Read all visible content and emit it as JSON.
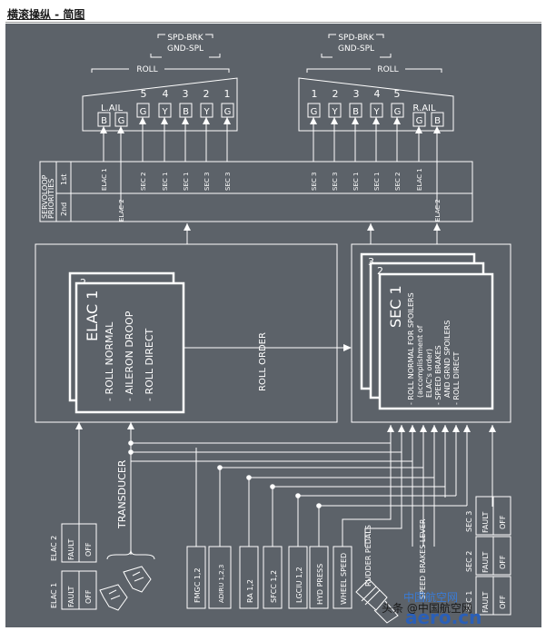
{
  "header": {
    "title": "横滚操纵 - 简图"
  },
  "colors": {
    "background": "#5c6269",
    "line": "#ffffff"
  },
  "left_surface": {
    "spd_brk": "SPD-BRK",
    "gnd_spl": "GND-SPL",
    "roll": "ROLL",
    "aileron": "L.AIL",
    "spoiler_nums": [
      "5",
      "4",
      "3",
      "2",
      "1"
    ],
    "hyd_codes": [
      "B",
      "G",
      "G",
      "Y",
      "B",
      "Y",
      "G"
    ],
    "priority_1st": [
      "ELAC 1",
      "",
      "SEC 2",
      "SEC 1",
      "SEC 1",
      "SEC 3",
      "SEC 3"
    ],
    "priority_2nd": [
      "",
      "ELAC 2",
      "",
      "",
      "",
      "",
      ""
    ]
  },
  "right_surface": {
    "spd_brk": "SPD-BRK",
    "gnd_spl": "GND-SPL",
    "roll": "ROLL",
    "aileron": "R.AIL",
    "spoiler_nums": [
      "1",
      "2",
      "3",
      "4",
      "5"
    ],
    "hyd_codes": [
      "G",
      "Y",
      "B",
      "Y",
      "G",
      "G",
      "B"
    ],
    "priority_1st": [
      "SEC 3",
      "SEC 3",
      "SEC 1",
      "SEC 1",
      "SEC 2",
      "ELAC 1",
      ""
    ],
    "priority_2nd": [
      "",
      "",
      "",
      "",
      "",
      "",
      "ELAC 2"
    ]
  },
  "servoloop": {
    "title": "SERVOLOOP",
    "subtitle": "PRIORITIES",
    "first": "1st",
    "second": "2nd"
  },
  "elac": {
    "number_back": "2",
    "title": "ELAC 1",
    "items": [
      "- ROLL NORMAL",
      "- AILERON DROOP",
      "- ROLL DIRECT"
    ]
  },
  "roll_order": "ROLL ORDER",
  "sec": {
    "numbers_back": [
      "3",
      "2"
    ],
    "title": "SEC 1",
    "items": [
      "- ROLL NORMAL FOR SPOILERS",
      "(accomplishment of",
      "ELAC's order)",
      "- SPEED BRAKES",
      "AND GRND SPOILERS",
      "- ROLL DIRECT"
    ]
  },
  "transducer": "TRANSDUCER",
  "inputs": [
    "FMGC 1,2",
    "ADIRU 1,2,3",
    "RA 1,2",
    "SFCC 1,2",
    "LGCIU 1,2",
    "HYD PRESS",
    "WHEEL SPEED",
    "RUDDER PEDALS",
    "SPEED BRAKES LEVER"
  ],
  "pushbuttons": [
    {
      "label": "ELAC 2",
      "fault": "FAULT",
      "off": "OFF"
    },
    {
      "label": "ELAC 1",
      "fault": "FAULT",
      "off": "OFF"
    },
    {
      "label": "SEC 3",
      "fault": "FAULT",
      "off": "OFF"
    },
    {
      "label": "SEC 2",
      "fault": "FAULT",
      "off": "OFF"
    },
    {
      "label": "SEC 1",
      "fault": "FAULT",
      "off": "OFF"
    }
  ],
  "watermark": {
    "cn": "中国航空网",
    "en": "aero.cn",
    "credit": "头条 @中国航空网"
  }
}
